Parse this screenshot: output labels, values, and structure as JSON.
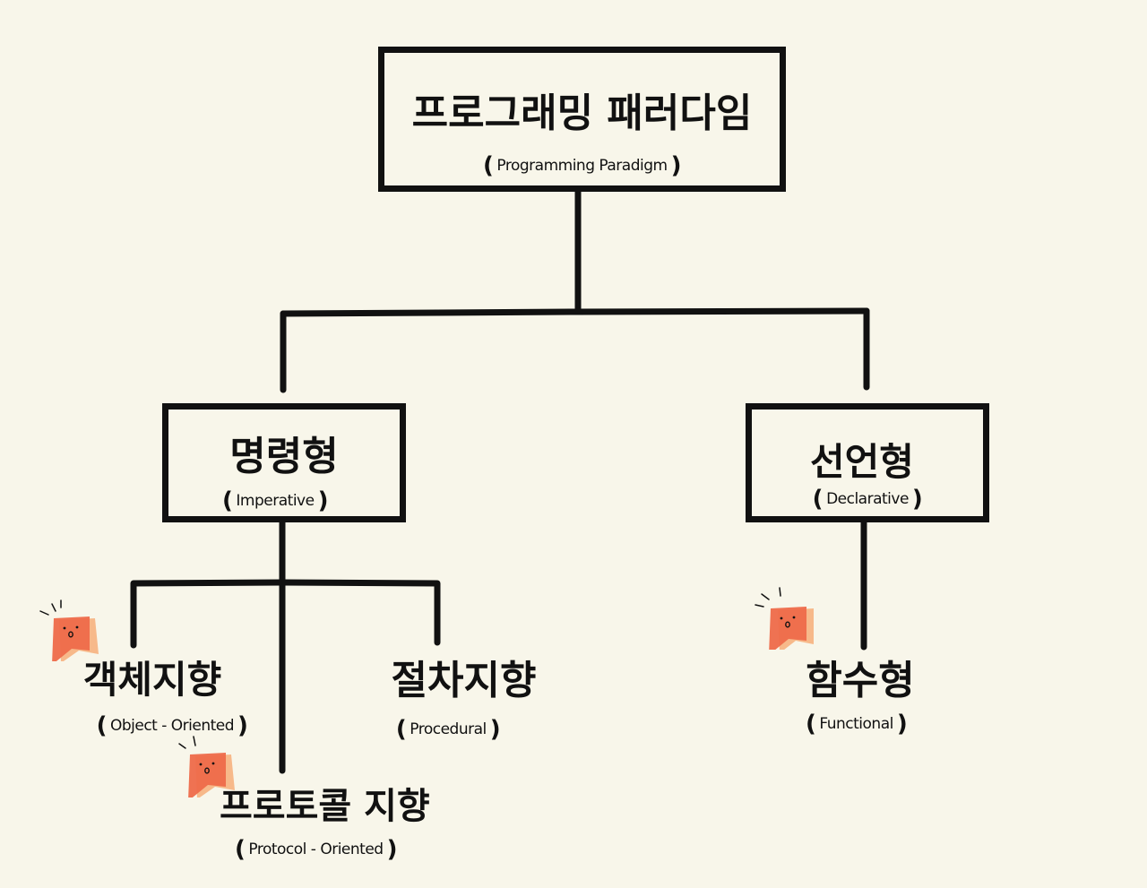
{
  "root": {
    "title": "프로그래밍 패러다임",
    "subtitle": "Programming Paradigm"
  },
  "imperative": {
    "title": "명령형",
    "subtitle": "Imperative"
  },
  "declarative": {
    "title": "선언형",
    "subtitle": "Declarative"
  },
  "object_oriented": {
    "title": "객체지향",
    "subtitle": "Object - Oriented"
  },
  "procedural": {
    "title": "절차지향",
    "subtitle": "Procedural"
  },
  "protocol_oriented": {
    "title": "프로토콜 지향",
    "subtitle": "Protocol - Oriented"
  },
  "functional": {
    "title": "함수형",
    "subtitle": "Functional"
  },
  "colors": {
    "background": "#f8f6ea",
    "line": "#111111",
    "badge_front": "#ee6a4a",
    "badge_back": "#f7b98a",
    "badge_mid": "#f39a7a"
  },
  "icons": {
    "badge": "surprised-sticky-note-icon"
  }
}
